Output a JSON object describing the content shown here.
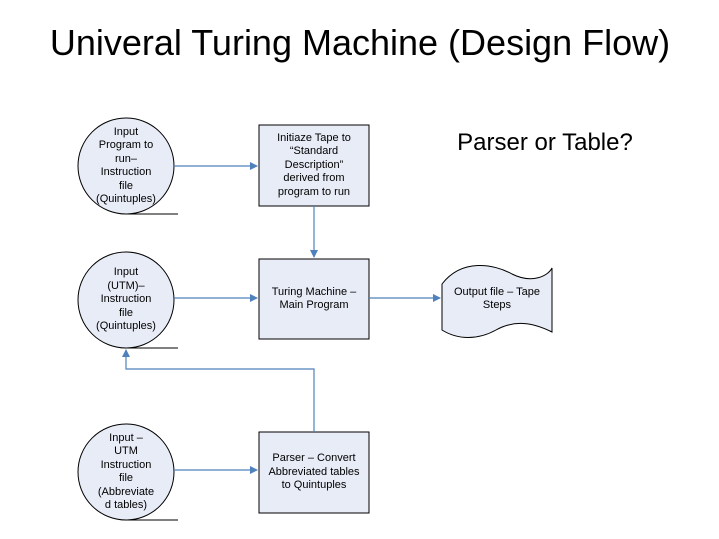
{
  "title": "Univeral Turing Machine (Design Flow)",
  "subtitle": "Parser or Table?",
  "nodes": {
    "input_program": "Input\nProgram to\nrun–\nInstruction\nfile\n(Quintuples)",
    "init_tape": "Initiaze Tape to\n“Standard\nDescription”\nderived from\nprogram to run",
    "input_utm": "Input\n(UTM)–\nInstruction\nfile\n(Quintuples)",
    "turing_machine": "Turing Machine –\nMain Program",
    "output_file": "Output file – Tape\nSteps",
    "input_abbrev": "Input –\nUTM\nInstruction\nfile\n(Abbreviate\nd tables)",
    "parser": "Parser – Convert\nAbbreviated tables\nto Quintuples"
  },
  "colors": {
    "node_fill": "#E8ECF7",
    "node_stroke": "#000000",
    "arrow": "#4F81BD"
  }
}
